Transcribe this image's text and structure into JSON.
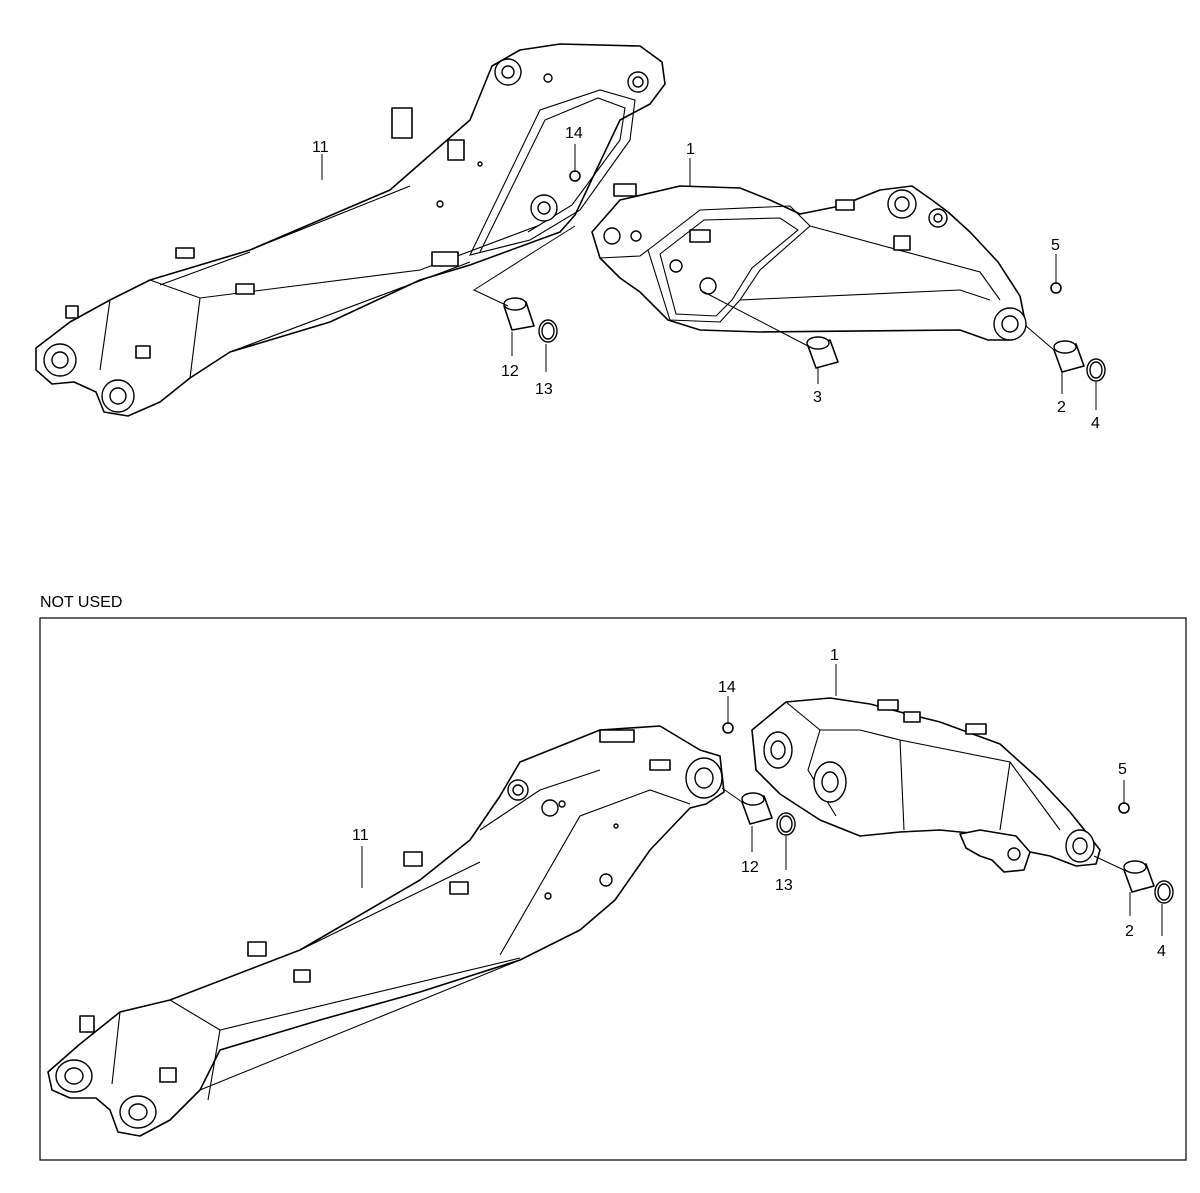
{
  "note": "NOT USED",
  "top_view": {
    "callouts": [
      "11",
      "14",
      "1",
      "5",
      "12",
      "13",
      "3",
      "2",
      "4"
    ]
  },
  "bottom_view": {
    "callouts": [
      "1",
      "14",
      "5",
      "11",
      "12",
      "13",
      "2",
      "4"
    ]
  }
}
